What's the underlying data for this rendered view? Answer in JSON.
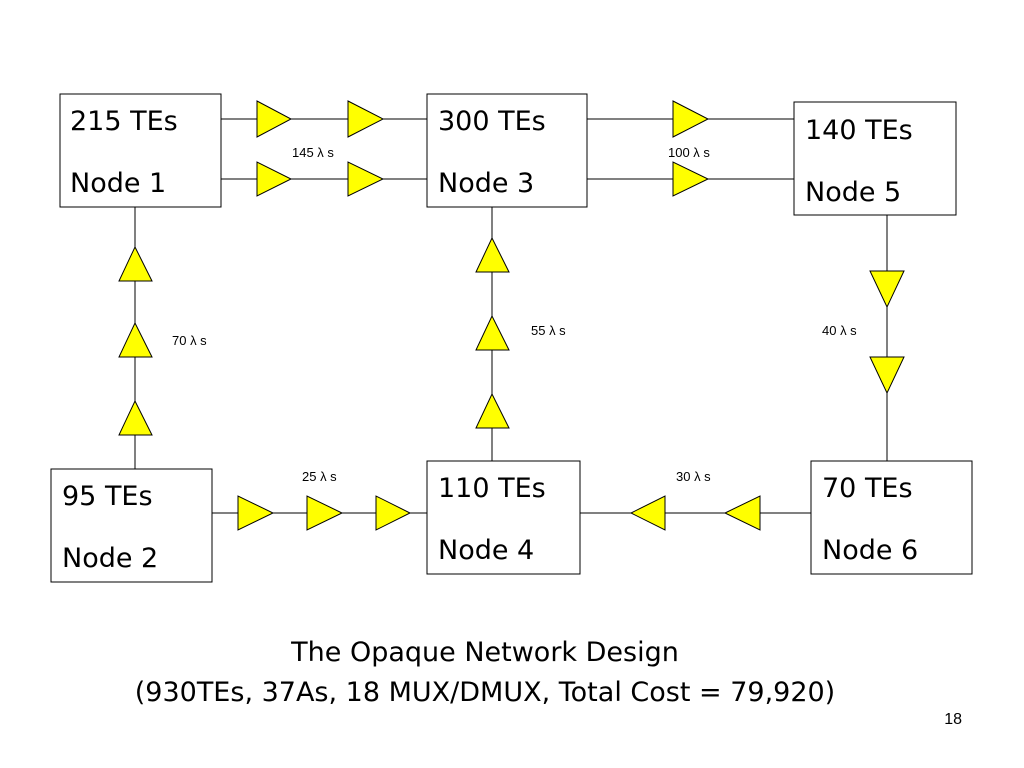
{
  "colors": {
    "amplifier": "#ffff00",
    "line": "#000000",
    "background": "#ffffff"
  },
  "icons": {
    "amplifier": "amplifier-triangle-icon"
  },
  "nodes": {
    "n1": {
      "tes": "215 TEs",
      "name": "Node 1"
    },
    "n2": {
      "tes": "95 TEs",
      "name": "Node 2"
    },
    "n3": {
      "tes": "300 TEs",
      "name": "Node 3"
    },
    "n4": {
      "tes": "110 TEs",
      "name": "Node 4"
    },
    "n5": {
      "tes": "140 TEs",
      "name": "Node 5"
    },
    "n6": {
      "tes": "70 TEs",
      "name": "Node 6"
    }
  },
  "links": {
    "n1_n3": "145 λ s",
    "n3_n5": "100 λ s",
    "n2_n1": "70 λ s",
    "n4_n3": "55 λ s",
    "n5_n6": "40 λ s",
    "n2_n4": "25 λ s",
    "n6_n4": "30 λ s"
  },
  "caption": {
    "line1": "The Opaque Network Design",
    "line2": "(930TEs, 37As, 18 MUX/DMUX, Total Cost = 79,920)"
  },
  "page_number": "18"
}
